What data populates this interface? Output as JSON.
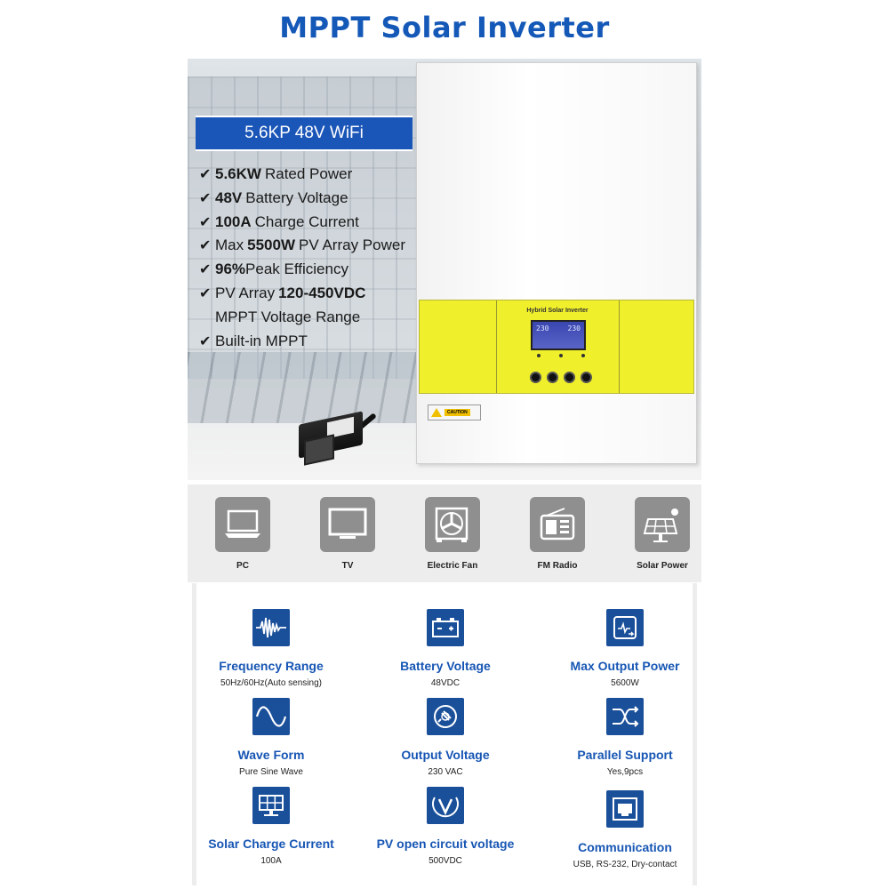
{
  "title": "MPPT Solar Inverter",
  "model": "5.6KP 48V WiFi",
  "features": [
    {
      "strong": "5.6KW",
      "text": "Rated Power"
    },
    {
      "strong": "48V",
      "text": "Battery Voltage"
    },
    {
      "strong": "100A",
      "text": "Charge Current"
    },
    {
      "pre": "Max",
      "strong": "5500W",
      "text": "PV Array Power"
    },
    {
      "strong": "96%",
      "text": "Peak Efficiency"
    },
    {
      "pre": "PV Array",
      "strong": "120-450VDC",
      "text": ""
    },
    {
      "text": "MPPT Voltage Range"
    },
    {
      "text": "Built-in MPPT"
    }
  ],
  "inverter": {
    "panel_title": "Hybrid Solar Inverter",
    "lcd_left": "230",
    "lcd_right": "230",
    "caution": "CAUTION"
  },
  "applications": [
    {
      "name": "PC",
      "icon": "laptop-icon"
    },
    {
      "name": "TV",
      "icon": "tv-icon"
    },
    {
      "name": "Electric Fan",
      "icon": "fan-icon"
    },
    {
      "name": "FM Radio",
      "icon": "radio-icon"
    },
    {
      "name": "Solar Power",
      "icon": "solar-panel-icon"
    }
  ],
  "specs": [
    {
      "label": "Frequency Range",
      "value": "50Hz/60Hz(Auto sensing)",
      "icon": "waveform-icon"
    },
    {
      "label": "Battery Voltage",
      "value": "48VDC",
      "icon": "battery-icon"
    },
    {
      "label": "Max Output Power",
      "value": "5600W",
      "icon": "power-graph-icon"
    },
    {
      "label": "Wave Form",
      "value": "Pure Sine Wave",
      "icon": "sine-wave-icon"
    },
    {
      "label": "Output Voltage",
      "value": "230 VAC",
      "icon": "plug-icon"
    },
    {
      "label": "Parallel Support",
      "value": "Yes,9pcs",
      "icon": "parallel-icon"
    },
    {
      "label": "Solar Charge Current",
      "value": "100A",
      "icon": "solar-panel-icon"
    },
    {
      "label": "PV open circuit voltage",
      "value": "500VDC",
      "icon": "voltage-icon"
    },
    {
      "label": "Communication",
      "value": "USB, RS-232, Dry-contact",
      "icon": "ethernet-port-icon"
    }
  ],
  "colors": {
    "brand_blue": "#1458b8",
    "icon_blue": "#1a4f9a",
    "inverter_yellow": "#f0ef2b",
    "app_icon_gray": "#8f8f8f"
  }
}
